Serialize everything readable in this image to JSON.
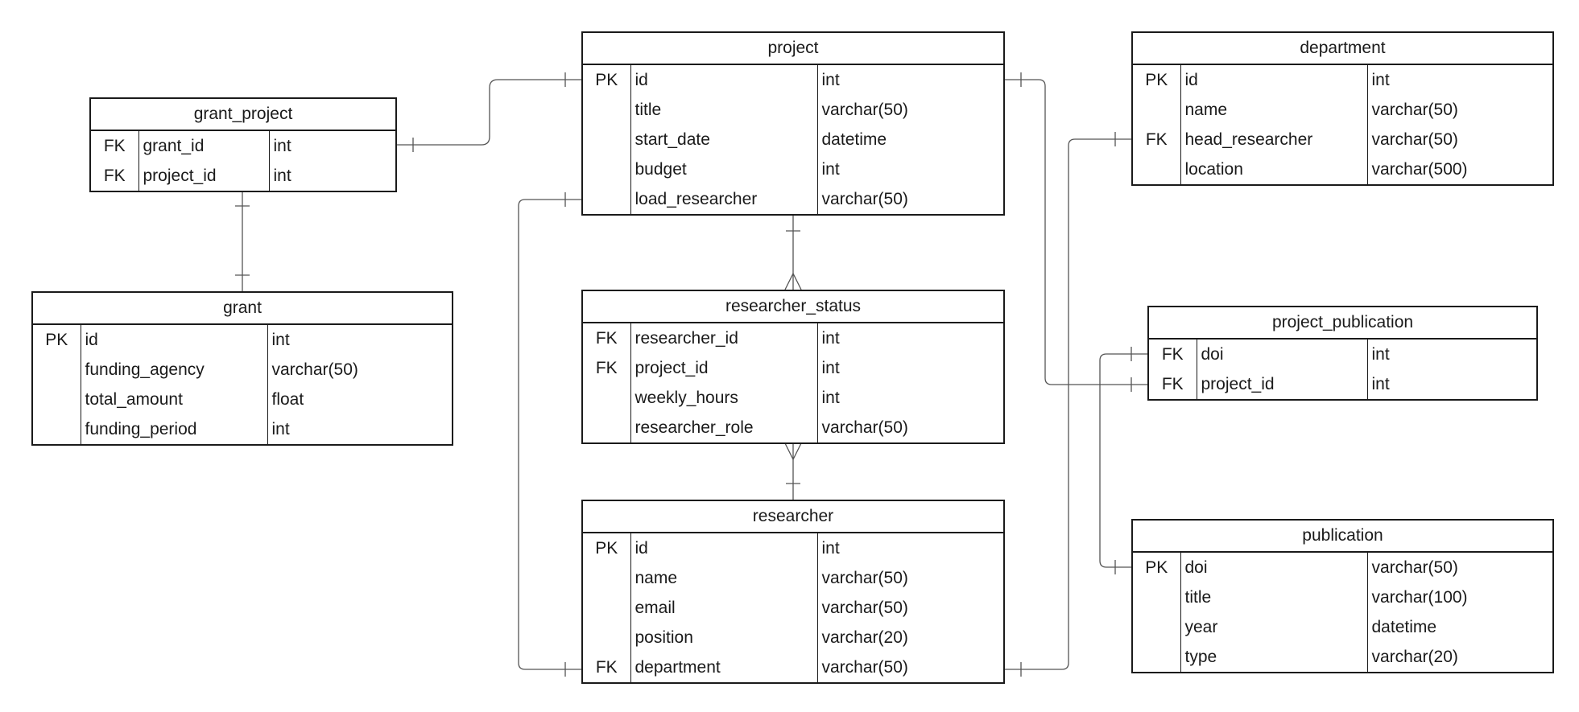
{
  "entities": {
    "grant_project": {
      "title": "grant_project",
      "rows": [
        {
          "key": "FK",
          "name": "grant_id",
          "type": "int"
        },
        {
          "key": "FK",
          "name": "project_id",
          "type": "int"
        }
      ]
    },
    "grant": {
      "title": "grant",
      "rows": [
        {
          "key": "PK",
          "name": "id",
          "type": "int"
        },
        {
          "key": "",
          "name": "funding_agency",
          "type": "varchar(50)"
        },
        {
          "key": "",
          "name": "total_amount",
          "type": "float"
        },
        {
          "key": "",
          "name": "funding_period",
          "type": "int"
        }
      ]
    },
    "project": {
      "title": "project",
      "rows": [
        {
          "key": "PK",
          "name": "id",
          "type": "int"
        },
        {
          "key": "",
          "name": "title",
          "type": "varchar(50)"
        },
        {
          "key": "",
          "name": "start_date",
          "type": "datetime"
        },
        {
          "key": "",
          "name": "budget",
          "type": "int"
        },
        {
          "key": "",
          "name": "load_researcher",
          "type": "varchar(50)"
        }
      ]
    },
    "researcher_status": {
      "title": "researcher_status",
      "rows": [
        {
          "key": "FK",
          "name": "researcher_id",
          "type": "int"
        },
        {
          "key": "FK",
          "name": "project_id",
          "type": "int"
        },
        {
          "key": "",
          "name": "weekly_hours",
          "type": "int"
        },
        {
          "key": "",
          "name": "researcher_role",
          "type": "varchar(50)"
        }
      ]
    },
    "researcher": {
      "title": "researcher",
      "rows": [
        {
          "key": "PK",
          "name": "id",
          "type": "int"
        },
        {
          "key": "",
          "name": "name",
          "type": "varchar(50)"
        },
        {
          "key": "",
          "name": "email",
          "type": "varchar(50)"
        },
        {
          "key": "",
          "name": "position",
          "type": "varchar(20)"
        },
        {
          "key": "FK",
          "name": "department",
          "type": "varchar(50)"
        }
      ]
    },
    "department": {
      "title": "department",
      "rows": [
        {
          "key": "PK",
          "name": "id",
          "type": "int"
        },
        {
          "key": "",
          "name": "name",
          "type": "varchar(50)"
        },
        {
          "key": "FK",
          "name": "head_researcher",
          "type": "varchar(50)"
        },
        {
          "key": "",
          "name": "location",
          "type": "varchar(500)"
        }
      ]
    },
    "project_publication": {
      "title": "project_publication",
      "rows": [
        {
          "key": "FK",
          "name": "doi",
          "type": "int"
        },
        {
          "key": "FK",
          "name": "project_id",
          "type": "int"
        }
      ]
    },
    "publication": {
      "title": "publication",
      "rows": [
        {
          "key": "PK",
          "name": "doi",
          "type": "varchar(50)"
        },
        {
          "key": "",
          "name": "title",
          "type": "varchar(100)"
        },
        {
          "key": "",
          "name": "year",
          "type": "datetime"
        },
        {
          "key": "",
          "name": "type",
          "type": "varchar(20)"
        }
      ]
    }
  },
  "relationships": [
    {
      "from": "grant_project",
      "to": "project",
      "from_end": "one",
      "to_end": "one"
    },
    {
      "from": "grant_project",
      "to": "grant",
      "from_end": "one",
      "to_end": "one"
    },
    {
      "from": "project",
      "to": "researcher_status",
      "from_end": "one",
      "to_end": "many"
    },
    {
      "from": "researcher_status",
      "to": "researcher",
      "from_end": "many",
      "to_end": "one"
    },
    {
      "from": "project",
      "to": "researcher",
      "from_end": "one",
      "to_end": "one"
    },
    {
      "from": "project",
      "to": "project_publication",
      "from_end": "one",
      "to_end": "one"
    },
    {
      "from": "researcher",
      "to": "department",
      "from_end": "one",
      "to_end": "one"
    },
    {
      "from": "project_publication",
      "to": "publication",
      "from_end": "one",
      "to_end": "one"
    }
  ],
  "colors": {
    "line": "#555555",
    "border": "#1a1a1a",
    "background": "#ffffff"
  }
}
